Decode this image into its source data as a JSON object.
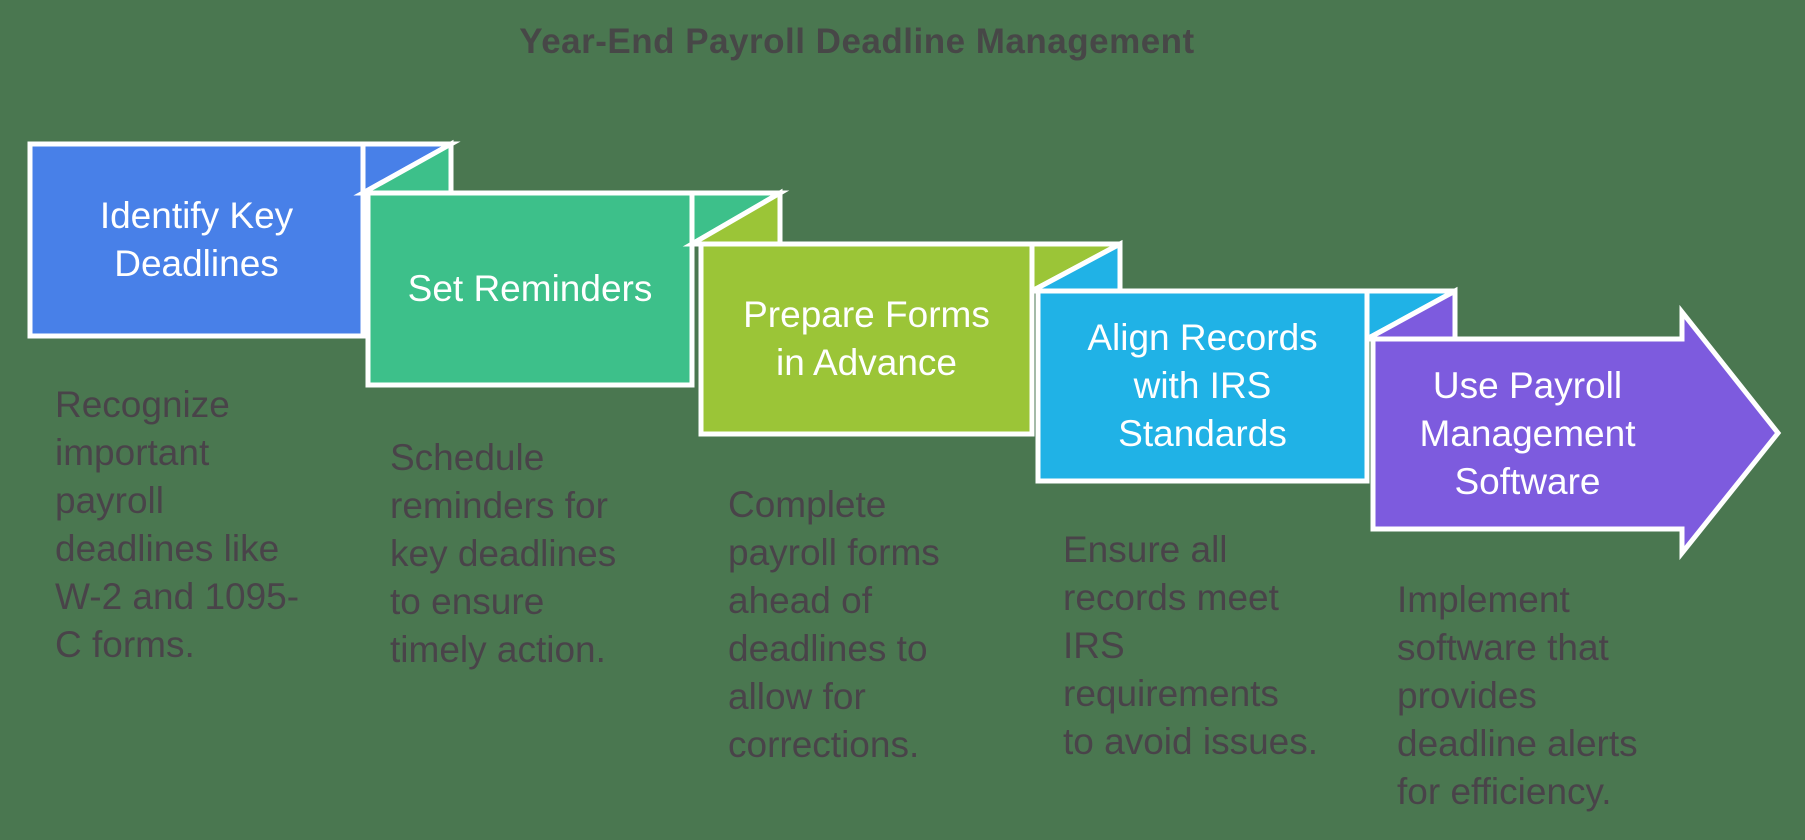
{
  "title": {
    "text": "Year-End Payroll Deadline Management",
    "color": "#474747"
  },
  "background_color": "#4A7750",
  "border_color": "#FFFFFF",
  "label_color": "#FFFFFF",
  "description_color": "#494349",
  "steps": [
    {
      "label": "Identify Key\nDeadlines",
      "description": "Recognize\nimportant\npayroll\ndeadlines like\nW-2 and 1095-\nC forms.",
      "color": "#4880E8"
    },
    {
      "label": "Set Reminders",
      "description": "Schedule\nreminders for\nkey deadlines\nto ensure\ntimely action.",
      "color": "#3DC08A"
    },
    {
      "label": "Prepare Forms\nin Advance",
      "description": "Complete\npayroll forms\nahead of\ndeadlines to\nallow for\ncorrections.",
      "color": "#9BC537"
    },
    {
      "label": "Align Records\nwith IRS\nStandards",
      "description": "Ensure all\nrecords meet\nIRS\nrequirements\nto avoid issues.",
      "color": "#20B2E6"
    },
    {
      "label": "Use Payroll\nManagement\nSoftware",
      "description": "Implement\nsoftware that\nprovides\ndeadline alerts\nfor efficiency.",
      "color": "#7D5BDE"
    }
  ]
}
